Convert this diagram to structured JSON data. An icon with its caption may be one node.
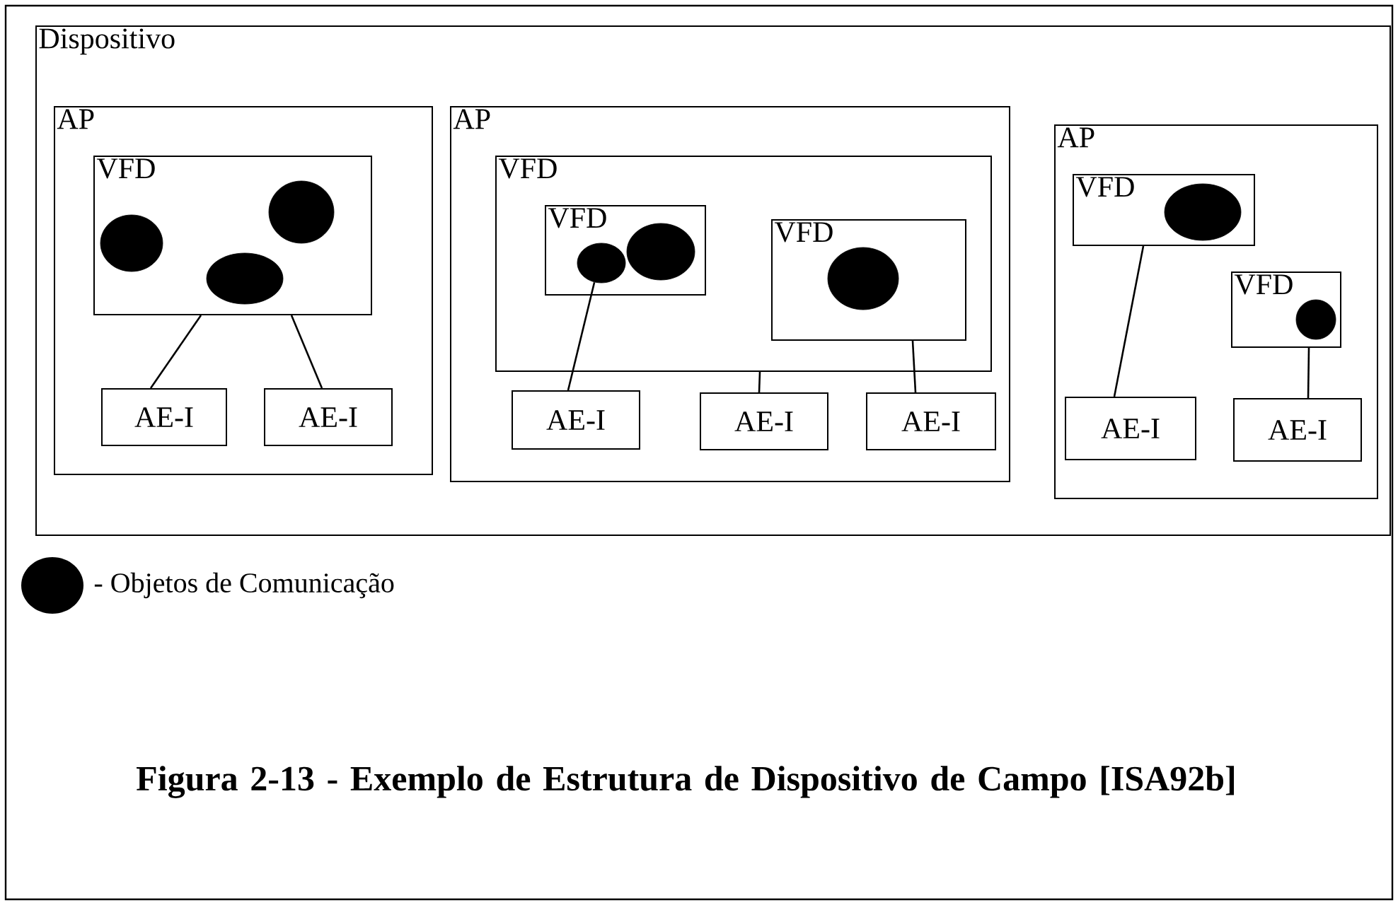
{
  "diagram": {
    "caption": "Figura 2-13 - Exemplo de Estrutura de Dispositivo de Campo [ISA92b]",
    "nodes": [
      {
        "text": [
          "Dispositivo"
        ]
      },
      {
        "text": [
          "AP"
        ],
        "in": 0
      },
      {
        "text": [
          "VFD"
        ],
        "in": 1
      },
      {
        "text": [],
        "shape": "circle",
        "in": 2
      },
      {
        "text": [],
        "shape": "circle",
        "in": 2
      },
      {
        "text": [],
        "shape": "circle",
        "in": 2
      },
      {
        "text": [
          "AE-I"
        ],
        "in": 1
      },
      {
        "text": [
          "AE-I"
        ],
        "in": 1
      },
      {
        "text": [
          "AP"
        ],
        "in": 0
      },
      {
        "text": [
          "VFD"
        ],
        "in": 8
      },
      {
        "text": [
          "VFD"
        ],
        "in": 9
      },
      {
        "text": [],
        "shape": "circle",
        "in": 10
      },
      {
        "text": [],
        "shape": "circle",
        "in": 10
      },
      {
        "text": [
          "VFD"
        ],
        "in": 9
      },
      {
        "text": [],
        "shape": "circle",
        "in": 13
      },
      {
        "text": [
          "AE-I"
        ],
        "in": 8
      },
      {
        "text": [
          "AE-I"
        ],
        "in": 8
      },
      {
        "text": [
          "AE-I"
        ],
        "in": 8
      },
      {
        "text": [
          "AP"
        ],
        "in": 0
      },
      {
        "text": [
          "VFD"
        ],
        "in": 18
      },
      {
        "text": [],
        "shape": "circle",
        "in": 19
      },
      {
        "text": [
          "VFD"
        ],
        "in": 18
      },
      {
        "text": [],
        "shape": "circle",
        "in": 21
      },
      {
        "text": [
          "AE-I"
        ],
        "in": 18
      },
      {
        "text": [
          "AE-I"
        ],
        "in": 18
      }
    ],
    "edges": [
      {
        "from": 2,
        "to": 6,
        "arrow": "none"
      },
      {
        "from": 2,
        "to": 7,
        "arrow": "none"
      },
      {
        "from": 11,
        "to": 15,
        "arrow": "none"
      },
      {
        "from": 9,
        "to": 16,
        "arrow": "none"
      },
      {
        "from": 13,
        "to": 17,
        "arrow": "none"
      },
      {
        "from": 19,
        "to": 23,
        "arrow": "none"
      },
      {
        "from": 21,
        "to": 24,
        "arrow": "none"
      }
    ],
    "legend": [
      {
        "text": "- Objetos de Comunicação"
      }
    ]
  }
}
